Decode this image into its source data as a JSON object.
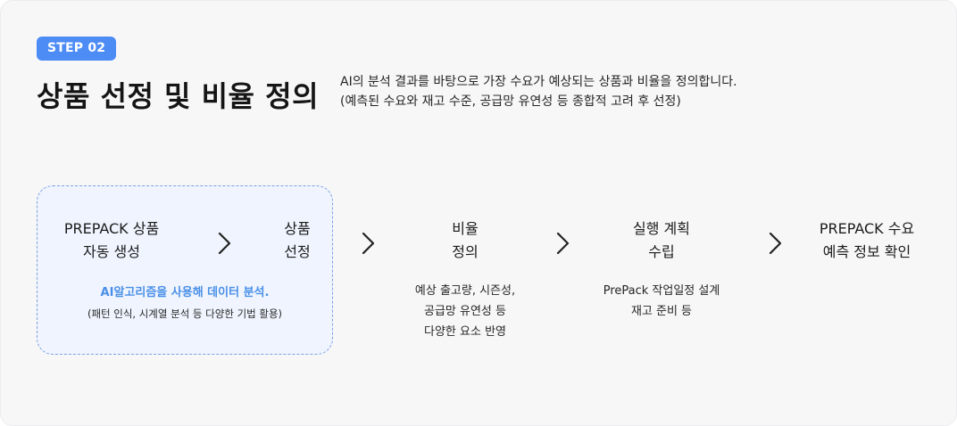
{
  "badge": "STEP 02",
  "title": "상품 선정 및 비율 정의",
  "description": {
    "line1": "AI의 분석 결과를 바탕으로 가장 수요가 예상되는 상품과 비율을 정의합니다.",
    "line2": "(예측된 수요와 재고 수준, 공급망 유연성 등 종합적 고려 후 선정)"
  },
  "steps": [
    {
      "title": [
        "PREPACK 상품",
        "자동 생성"
      ],
      "highlight": "AI알고리즘을 사용해 데이터 분석.",
      "note": "(패턴 인식, 시계열 분석 등 다양한 기법 활용)"
    },
    {
      "title": [
        "상품",
        "선정"
      ]
    },
    {
      "title": [
        "비율",
        "정의"
      ],
      "desc": [
        "예상 출고량, 시즌성,",
        "공급망 유연성 등",
        "다양한 요소 반영"
      ]
    },
    {
      "title": [
        "실행 계획",
        "수립"
      ],
      "desc": [
        "PrePack 작업일정 설계",
        "재고 준비 등"
      ]
    },
    {
      "title": [
        "PREPACK 수요",
        "예측 정보 확인"
      ]
    }
  ],
  "icons": {
    "arrow": "chevron-right-icon"
  },
  "colors": {
    "accent": "#4d8cf5",
    "highlight_text": "#4a90e8",
    "box_border": "#7ea2e0",
    "box_fill": "#eff4fe"
  }
}
